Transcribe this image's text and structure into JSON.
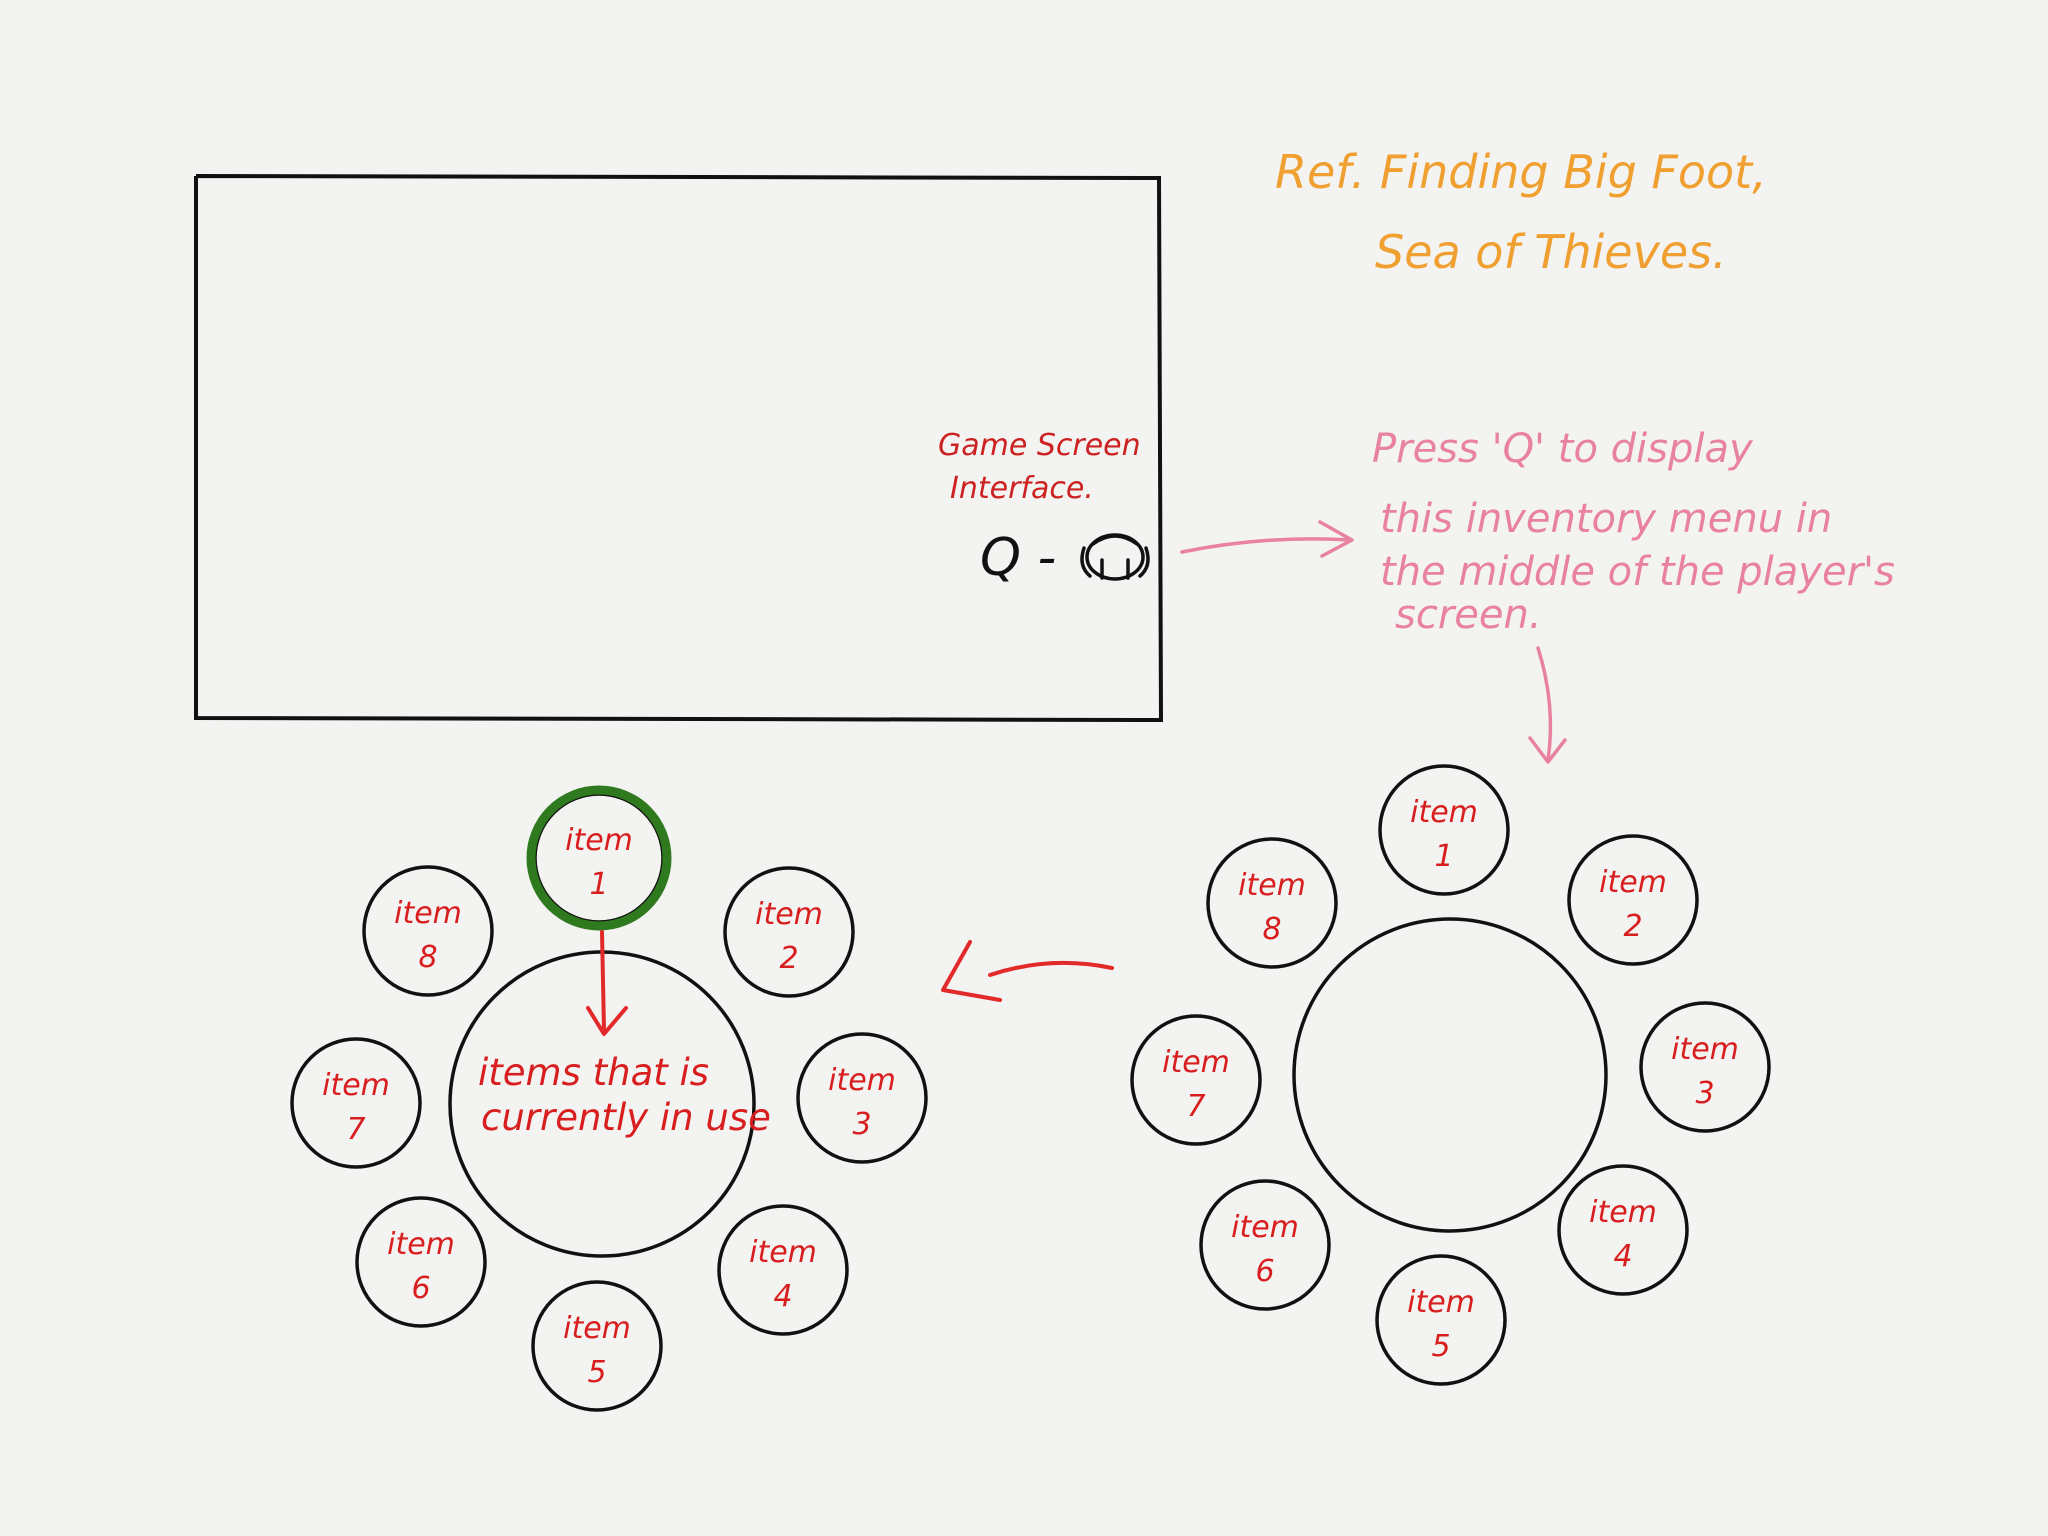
{
  "reference": {
    "line1": "Ref. Finding Big Foot,",
    "line2": "Sea of Thieves."
  },
  "game_screen": {
    "label_line1": "Game Screen",
    "label_line2": "Interface.",
    "hotkey": "Q -",
    "hotkey_icon": "bag-icon"
  },
  "instruction": {
    "line1": "Press 'Q' to display",
    "line2": "this inventory menu in",
    "line3": "the middle of the player's",
    "line4": "screen."
  },
  "wheel_default": {
    "items": [
      {
        "word": "item",
        "num": "1"
      },
      {
        "word": "item",
        "num": "2"
      },
      {
        "word": "item",
        "num": "3"
      },
      {
        "word": "item",
        "num": "4"
      },
      {
        "word": "item",
        "num": "5"
      },
      {
        "word": "item",
        "num": "6"
      },
      {
        "word": "item",
        "num": "7"
      },
      {
        "word": "item",
        "num": "8"
      }
    ]
  },
  "wheel_selected": {
    "items": [
      {
        "word": "item",
        "num": "1"
      },
      {
        "word": "item",
        "num": "2"
      },
      {
        "word": "item",
        "num": "3"
      },
      {
        "word": "item",
        "num": "4"
      },
      {
        "word": "item",
        "num": "5"
      },
      {
        "word": "item",
        "num": "6"
      },
      {
        "word": "item",
        "num": "7"
      },
      {
        "word": "item",
        "num": "8"
      }
    ],
    "selected_index": 0,
    "center_line1": "items that is",
    "center_line2": "currently in use"
  },
  "colors": {
    "reference": "#f0a030",
    "instruction": "#e8829e",
    "item_text": "#d81e1e",
    "selected_ring": "#2f7a1e",
    "arrow_red": "#e22a2a"
  }
}
